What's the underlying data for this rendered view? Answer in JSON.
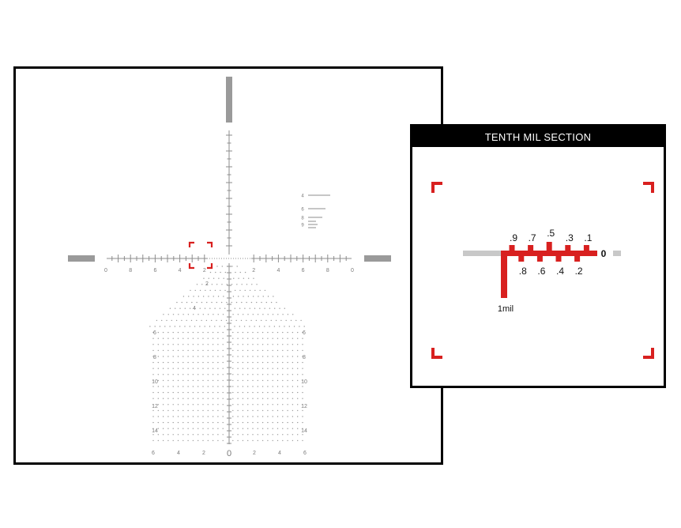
{
  "reticle": {
    "windage_labels": [
      "0",
      "8",
      "6",
      "4",
      "2",
      "2",
      "4",
      "6",
      "8",
      "0"
    ],
    "elevation_labels": [
      "2",
      "4",
      "6",
      "8",
      "10",
      "12",
      "14"
    ],
    "holdover_bottom_labels": [
      "6",
      "4",
      "2",
      "0",
      "2",
      "4",
      "6"
    ],
    "center_bottom_label": "0",
    "range_scale_labels": [
      "4",
      "6",
      "8",
      "9"
    ]
  },
  "inset": {
    "title": "TENTH MIL SECTION",
    "upper_labels": [
      ".9",
      ".7",
      ".5",
      ".3",
      ".1"
    ],
    "lower_labels": [
      ".8",
      ".6",
      ".4",
      ".2"
    ],
    "zero_label": "0",
    "one_mil_label": "1mil"
  },
  "colors": {
    "red": "#d8201f",
    "gray": "#9a9a9a",
    "light_gray": "#c8c8c8",
    "black": "#000000"
  }
}
